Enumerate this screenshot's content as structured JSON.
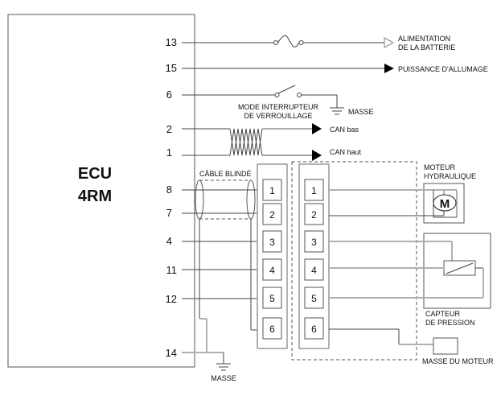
{
  "ecu": {
    "title_line1": "ECU",
    "title_line2": "4RM"
  },
  "pins": {
    "p13": "13",
    "p15": "15",
    "p6": "6",
    "p2": "2",
    "p1": "1",
    "p8": "8",
    "p7": "7",
    "p4": "4",
    "p11": "11",
    "p12": "12",
    "p14": "14"
  },
  "labels": {
    "battery_line1": "ALIMENTATION",
    "battery_line2": "DE LA BATTERIE",
    "ignition": "PUISSANCE D'ALLUMAGE",
    "switch_line1": "MODE INTERRUPTEUR",
    "switch_line2": "DE VERROUILLAGE",
    "ground_switch": "MASSE",
    "can_low": "CAN bas",
    "can_high": "CAN haut",
    "shielded_cable": "CÂBLE BLINDÉ",
    "ground_ecu": "MASSE",
    "motor_line1": "MOTEUR",
    "motor_line2": "HYDRAULIQUE",
    "motor_symbol": "M",
    "sensor_line1": "CAPTEUR",
    "sensor_line2": "DE PRESSION",
    "motor_ground": "MASSE DU MOTEUR"
  },
  "connector_left": [
    "1",
    "2",
    "3",
    "4",
    "5",
    "6"
  ],
  "connector_right": [
    "1",
    "2",
    "3",
    "4",
    "5",
    "6"
  ]
}
